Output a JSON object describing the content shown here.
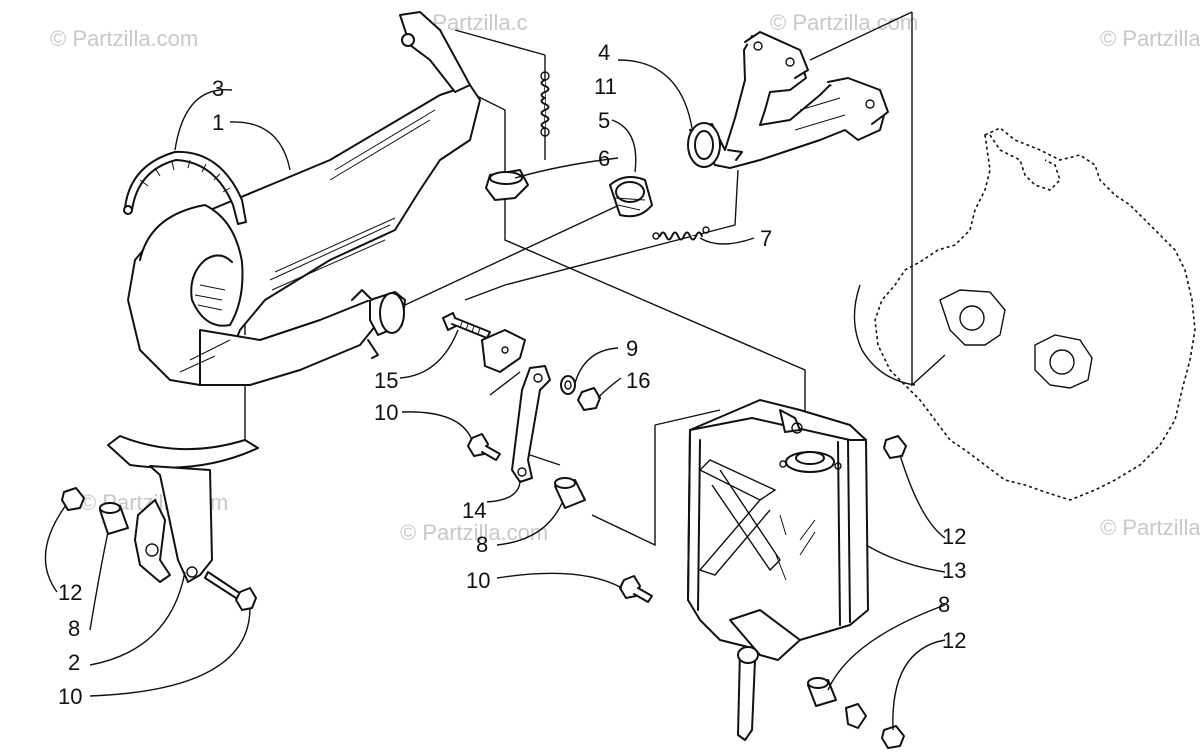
{
  "watermark": {
    "text": "© Partzilla.com",
    "repeated_text": "© Partzilla.c"
  },
  "callouts": {
    "c1": "1",
    "c2": "2",
    "c3": "3",
    "c4": "4",
    "c5": "5",
    "c6": "6",
    "c7": "7",
    "c8a": "8",
    "c8b": "8",
    "c8c": "8",
    "c9": "9",
    "c10a": "10",
    "c10b": "10",
    "c10c": "10",
    "c11": "11",
    "c12a": "12",
    "c12b": "12",
    "c12c": "12",
    "c13": "13",
    "c14": "14",
    "c15": "15",
    "c16": "16"
  }
}
